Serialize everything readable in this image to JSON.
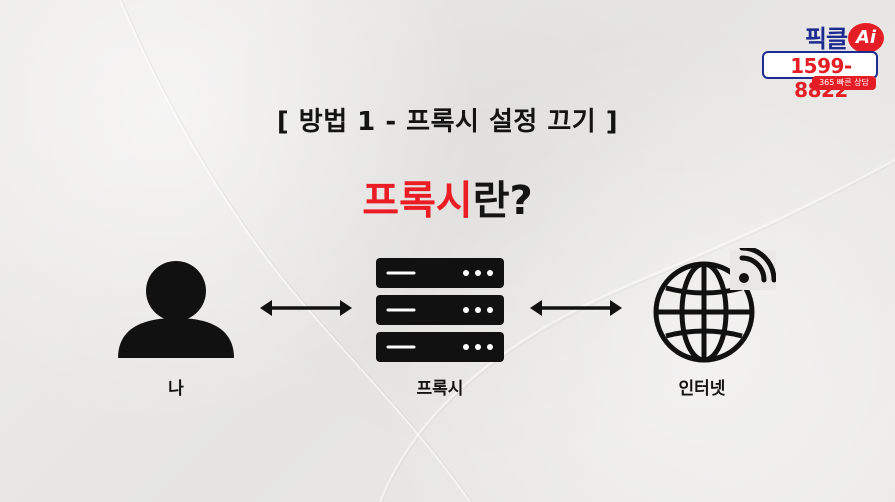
{
  "title": "[ 방법 1 - 프록시 설정 끄기 ]",
  "heading": {
    "accent": "프록시",
    "rest": "란?"
  },
  "nodes": [
    {
      "label": "나",
      "icon": "person-icon"
    },
    {
      "label": "프록시",
      "icon": "server-icon"
    },
    {
      "label": "인터넷",
      "icon": "globe-wifi-icon"
    }
  ],
  "connectors": [
    "double-arrow-icon",
    "double-arrow-icon"
  ],
  "logo": {
    "brand": "픽클",
    "badge": "Ai",
    "phone": "1599-8822",
    "tagline": "365 빠른 상담"
  },
  "colors": {
    "accent": "#ec1c24",
    "text": "#141414",
    "logo_blue": "#1d2a8f",
    "logo_red": "#e51e25"
  }
}
